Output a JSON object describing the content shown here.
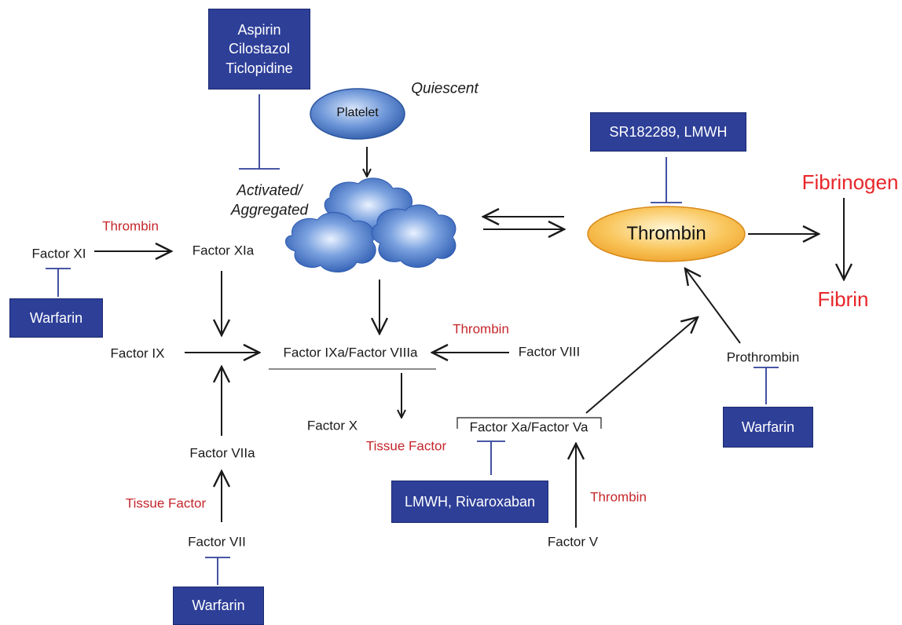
{
  "colors": {
    "drug_box": "#2e3f98",
    "inhibitor_line": "#2e3f98",
    "cofactor_text": "#c4262b",
    "fibrin_text": "#e8262a",
    "thrombin_fill": "#f6b73c",
    "platelet_fill": "#4f7fc9"
  },
  "drugs": {
    "antiplatelet": [
      "Aspirin",
      "Cilostazol",
      "Ticlopidine"
    ],
    "thrombin_inhibitors": "SR182289, LMWH",
    "warfarin_xi": "Warfarin",
    "warfarin_vii": "Warfarin",
    "warfarin_prothrombin": "Warfarin",
    "xa_inhibitors": "LMWH, Rivaroxaban"
  },
  "platelet": {
    "quiescent_label": "Quiescent",
    "platelet_label": "Platelet",
    "activated_label_1": "Activated/",
    "activated_label_2": "Aggregated"
  },
  "factors": {
    "factor_xi": "Factor XI",
    "factor_xia": "Factor XIa",
    "factor_ix": "Factor IX",
    "factor_ixa_viiia": "Factor IXa/Factor VIIIa",
    "factor_viii": "Factor VIII",
    "factor_x": "Factor X",
    "factor_xa_va": "Factor Xa/Factor Va",
    "factor_viia": "Factor VIIa",
    "factor_vii": "Factor VII",
    "factor_v": "Factor V",
    "prothrombin": "Prothrombin",
    "thrombin": "Thrombin",
    "fibrinogen": "Fibrinogen",
    "fibrin": "Fibrin"
  },
  "cofactors": {
    "thrombin_xi": "Thrombin",
    "thrombin_viii": "Thrombin",
    "tissue_factor_x": "Tissue Factor",
    "tissue_factor_vii": "Tissue Factor",
    "thrombin_v": "Thrombin"
  }
}
